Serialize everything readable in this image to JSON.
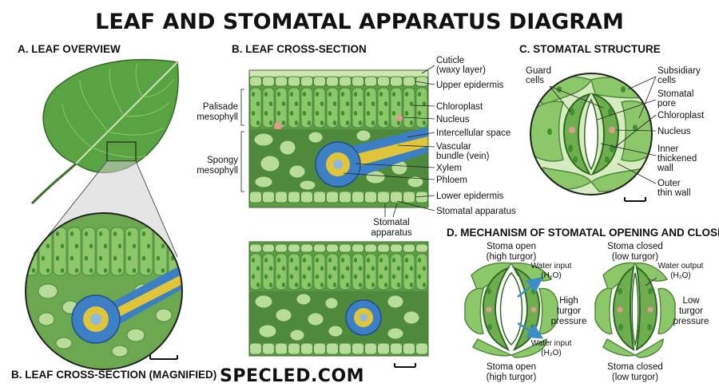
{
  "title": "LEAF AND STOMATAL APPARATUS DIAGRAM",
  "brand": "SPECLED.COM",
  "sections": {
    "a": "A. LEAF OVERVIEW",
    "b": "B. LEAF CROSS-SECTION",
    "b_mag": "B. LEAF CROSS-SECTION (MAGNIFIED)",
    "c": "C. STOMATAL STRUCTURE",
    "d": "D. MECHANISM OF STOMATAL OPENING AND CLOSING"
  },
  "cross_section_labels": {
    "cuticle": "Cuticle",
    "cuticle_sub": "(waxy layer)",
    "upper_epidermis": "Upper epidermis",
    "chloroplast": "Chloroplast",
    "nucleus": "Nucleus",
    "intercellular": "Intercellular space",
    "vascular": "Vascular",
    "vascular_sub": "bundle (vein)",
    "xylem": "Xylem",
    "phloem": "Phloem",
    "lower_epidermis": "Lower epidermis",
    "stomatal_apparatus": "Stomatal apparatus",
    "palisade_1": "Palisade",
    "palisade_2": "mesophyll",
    "spongy_1": "Spongy",
    "spongy_2": "mesophyll",
    "stomatal_1": "Stomatal",
    "stomatal_2": "apparatus"
  },
  "stomatal_labels": {
    "guard_1": "Guard",
    "guard_2": "cells",
    "subsidiary_1": "Subsidiary",
    "subsidiary_2": "cells",
    "pore_1": "Stomatal",
    "pore_2": "pore",
    "chloroplast": "Chloroplast",
    "nucleus": "Nucleus",
    "inner_1": "Inner",
    "inner_2": "thickened",
    "inner_3": "wall",
    "outer_1": "Outer",
    "outer_2": "thin wall"
  },
  "mechanism_labels": {
    "open_top_1": "Stoma open",
    "open_top_2": "(high turgor)",
    "closed_top_1": "Stoma closed",
    "closed_top_2": "(low turgor)",
    "water_input": "Water input",
    "water_output": "Water output",
    "h2o": "(H₂O)",
    "high_1": "High",
    "high_2": "turgor",
    "high_3": "pressure",
    "low_1": "Low",
    "low_2": "turgor",
    "low_3": "pressure",
    "open_bot_1": "Stoma open",
    "open_bot_2": "(high turgor)",
    "closed_bot_1": "Stoma closed",
    "closed_bot_2": "(low turgor)"
  },
  "colors": {
    "leaf": "#5aa342",
    "leaf_dark": "#3f7f2e",
    "cell": "#8cc86a",
    "cell_light": "#b8dd9a",
    "chloroplast": "#3f8f32",
    "xylem": "#3c7fc4",
    "phloem": "#e0c53a",
    "nucleus": "#e09a90",
    "space": "#dff0cf"
  }
}
